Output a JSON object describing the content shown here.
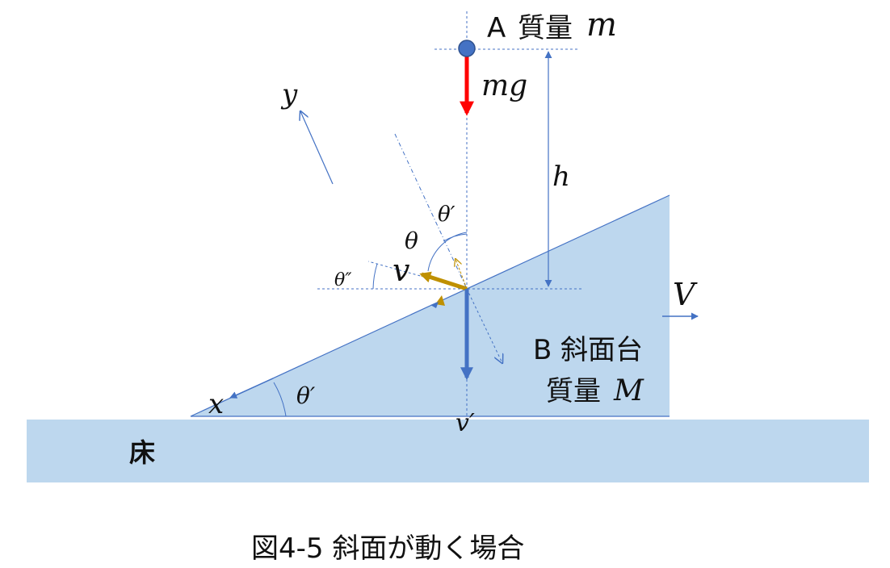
{
  "caption": "図4-5 斜面が動く場合",
  "colors": {
    "fill": "#bdd7ee",
    "edge": "#4472c4",
    "gravity": "#ff0000",
    "velocity_v": "#bf9000",
    "velocity_v_prime": "#4472c4",
    "ball": "#4472c4",
    "text": "#111111"
  },
  "block_a": {
    "prefix": "A",
    "label": "質量",
    "symbol": "m"
  },
  "block_b": {
    "name_prefix": "B",
    "name": "斜面台",
    "mass_label": "質量",
    "mass_symbol": "M"
  },
  "floor": {
    "label": "床"
  },
  "symbols": {
    "gravity": "mg",
    "height": "h",
    "y_axis": "y",
    "x_axis": "x",
    "velocity": "v",
    "velocity_prime": "v′",
    "slope_velocity": "V",
    "theta": "θ",
    "theta_prime_top": "θ′",
    "theta_double_prime": "θ″",
    "theta_prime_bottom": "θ′"
  }
}
